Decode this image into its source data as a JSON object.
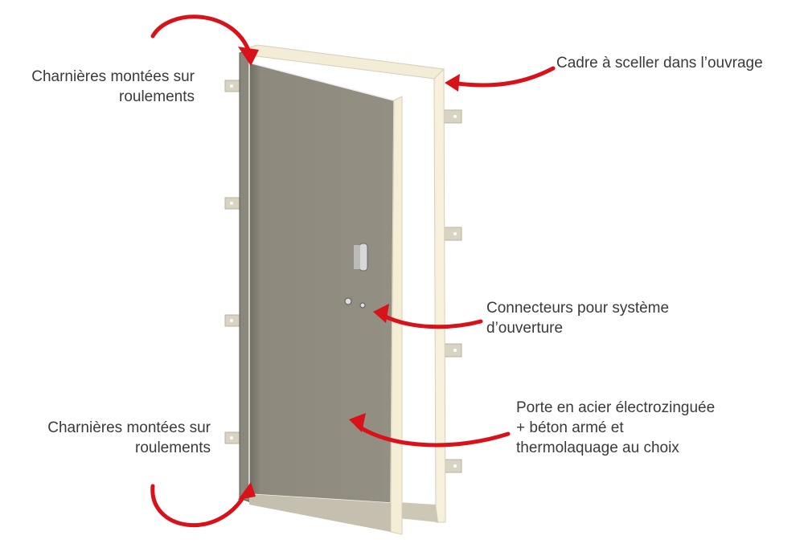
{
  "labels": {
    "hinges_top": [
      "Charnières montées sur",
      "roulements"
    ],
    "frame": [
      "Cadre à sceller dans l’ouvrage"
    ],
    "connectors": [
      "Connecteurs pour système",
      "d’ouverture"
    ],
    "door": [
      "Porte en acier électrozinguée",
      "+ béton armé et",
      "thermolaquage au choix"
    ],
    "hinges_bottom": [
      "Charnières montées sur",
      "roulements"
    ]
  },
  "colors": {
    "arrow": "#d9121a",
    "door": "#8e8a7e",
    "frame": "#f3edd8",
    "text": "#3a3a3a"
  }
}
